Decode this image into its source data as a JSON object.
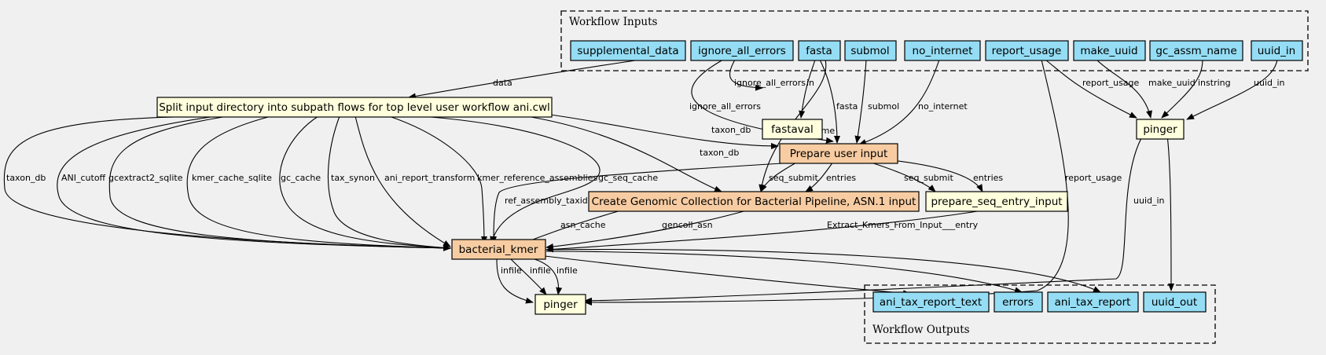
{
  "clusters": {
    "inputs_label": "Workflow Inputs",
    "outputs_label": "Workflow Outputs"
  },
  "colors": {
    "io_fill": "#94ddf4",
    "step_fill": "#f7cca2",
    "tool_fill": "#ffffdd",
    "background": "#f0f0f0"
  },
  "nodes": {
    "supplemental_data": "supplemental_data",
    "ignore_all_errors": "ignore_all_errors",
    "fasta": "fasta",
    "submol": "submol",
    "no_internet": "no_internet",
    "report_usage": "report_usage",
    "make_uuid": "make_uuid",
    "gc_assm_name": "gc_assm_name",
    "uuid_in": "uuid_in",
    "split": "Split input directory into subpath flows for top level user workflow ani.cwl",
    "fastaval": "fastaval",
    "pinger_top": "pinger",
    "prepare": "Prepare user input",
    "create_gc": "Create Genomic Collection for Bacterial Pipeline, ASN.1 input",
    "prepare_seq": "prepare_seq_entry_input",
    "bacterial_kmer": "bacterial_kmer",
    "pinger_bottom": "pinger",
    "ani_tax_report_text": "ani_tax_report_text",
    "errors": "errors",
    "ani_tax_report": "ani_tax_report",
    "uuid_out": "uuid_out"
  },
  "edge_labels": {
    "data": "data",
    "ignore_all_errors_fv": "ignore_all_errors",
    "in": "in",
    "ignore_all_errors_prep": "ignore_all_errors",
    "fasta": "fasta",
    "submol": "submol",
    "no_internet": "no_internet",
    "report_usage": "report_usage",
    "make_uuid": "make_uuid",
    "instring": "instring",
    "uuid_in_ping": "uuid_in",
    "taxon_db_prep": "taxon_db",
    "gc_assm_name": "gc_assm_name",
    "taxon_db_gc": "taxon_db",
    "report_usage_ping": "report_usage",
    "uuid_in_bottom": "uuid_in",
    "taxon_db_km": "taxon_db",
    "ani_cutoff": "ANI_cutoff",
    "gcextract2_sqlite": "gcextract2_sqlite",
    "kmer_cache_sqlite": "kmer_cache_sqlite",
    "gc_cache": "gc_cache",
    "tax_synon": "tax_synon",
    "ani_report_transform": "ani_report_transform",
    "kmer_reference_assemblies": "kmer_reference_assemblies",
    "gc_seq_cache": "gc_seq_cache",
    "seq_submit_gc": "seq_submit",
    "entries_gc": "entries",
    "seq_submit_ps": "seq_submit",
    "entries_ps": "entries",
    "ref_assembly_taxid": "ref_assembly_taxid",
    "asn_cache": "asn_cache",
    "gencoll_asn": "gencoll_asn",
    "extract_entry": "Extract_Kmers_From_Input___entry",
    "infile_1": "infile",
    "infile_2": "infile",
    "infile_3": "infile"
  }
}
